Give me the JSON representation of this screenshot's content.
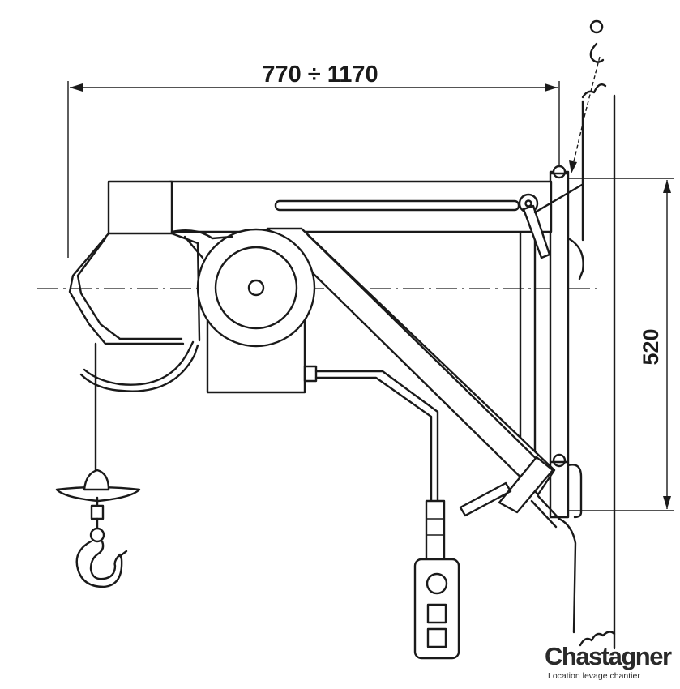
{
  "diagram": {
    "dimension_width_label": "770 ÷ 1170",
    "dimension_height_label": "520"
  },
  "brand": {
    "name": "Chastagner",
    "tagline": "Location levage chantier",
    "accent_color": "#e2231a"
  }
}
